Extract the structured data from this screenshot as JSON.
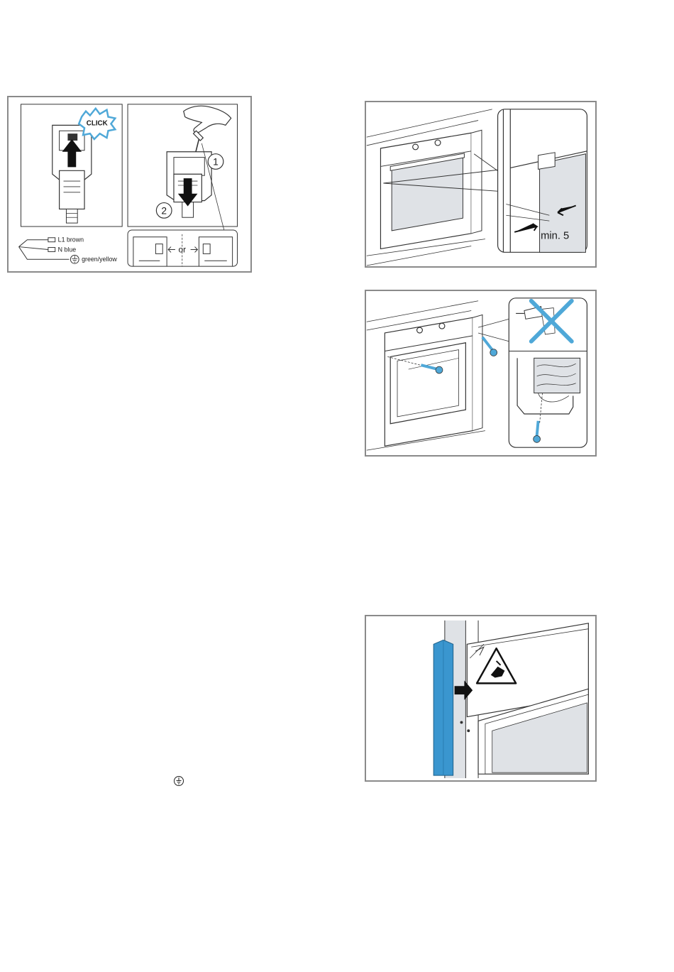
{
  "fig_connection": {
    "click_label": "CLICK",
    "step1": "1",
    "step2": "2",
    "or_label": "or",
    "wire_l1": "L1 brown",
    "wire_n": "N  blue",
    "wire_earth": "green/yellow"
  },
  "fig_gap": {
    "min_label": "min. 5"
  },
  "icons": {
    "earth": "earth-ground-icon",
    "click": "click-burst-icon",
    "hand": "hand-icon",
    "screwdriver": "screwdriver-icon",
    "drill": "drill-icon",
    "prohibited": "prohibited-cross-icon",
    "warning": "warning-hand-crush-icon",
    "screw": "screw-icon"
  },
  "colors": {
    "accent_blue": "#4fa8d8",
    "strip_blue": "#3a96cf",
    "frame_gray": "#8a8a8a",
    "panel_gray": "#dfe2e6"
  }
}
